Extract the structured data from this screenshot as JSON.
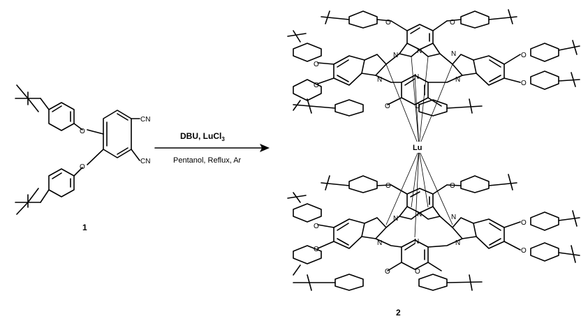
{
  "reagents": {
    "line1_main": "DBU, LuCl",
    "line1_sub": "3"
  },
  "conditions": "Pentanol, Reflux, Ar",
  "compound1": {
    "label": "1",
    "cn_top": "CN",
    "cn_bottom": "CN",
    "o_top": "O",
    "o_bottom": "O"
  },
  "compound2": {
    "label": "2",
    "metal": "Lu"
  },
  "atoms": {
    "oxygen": "O",
    "nitrogen": "N"
  }
}
